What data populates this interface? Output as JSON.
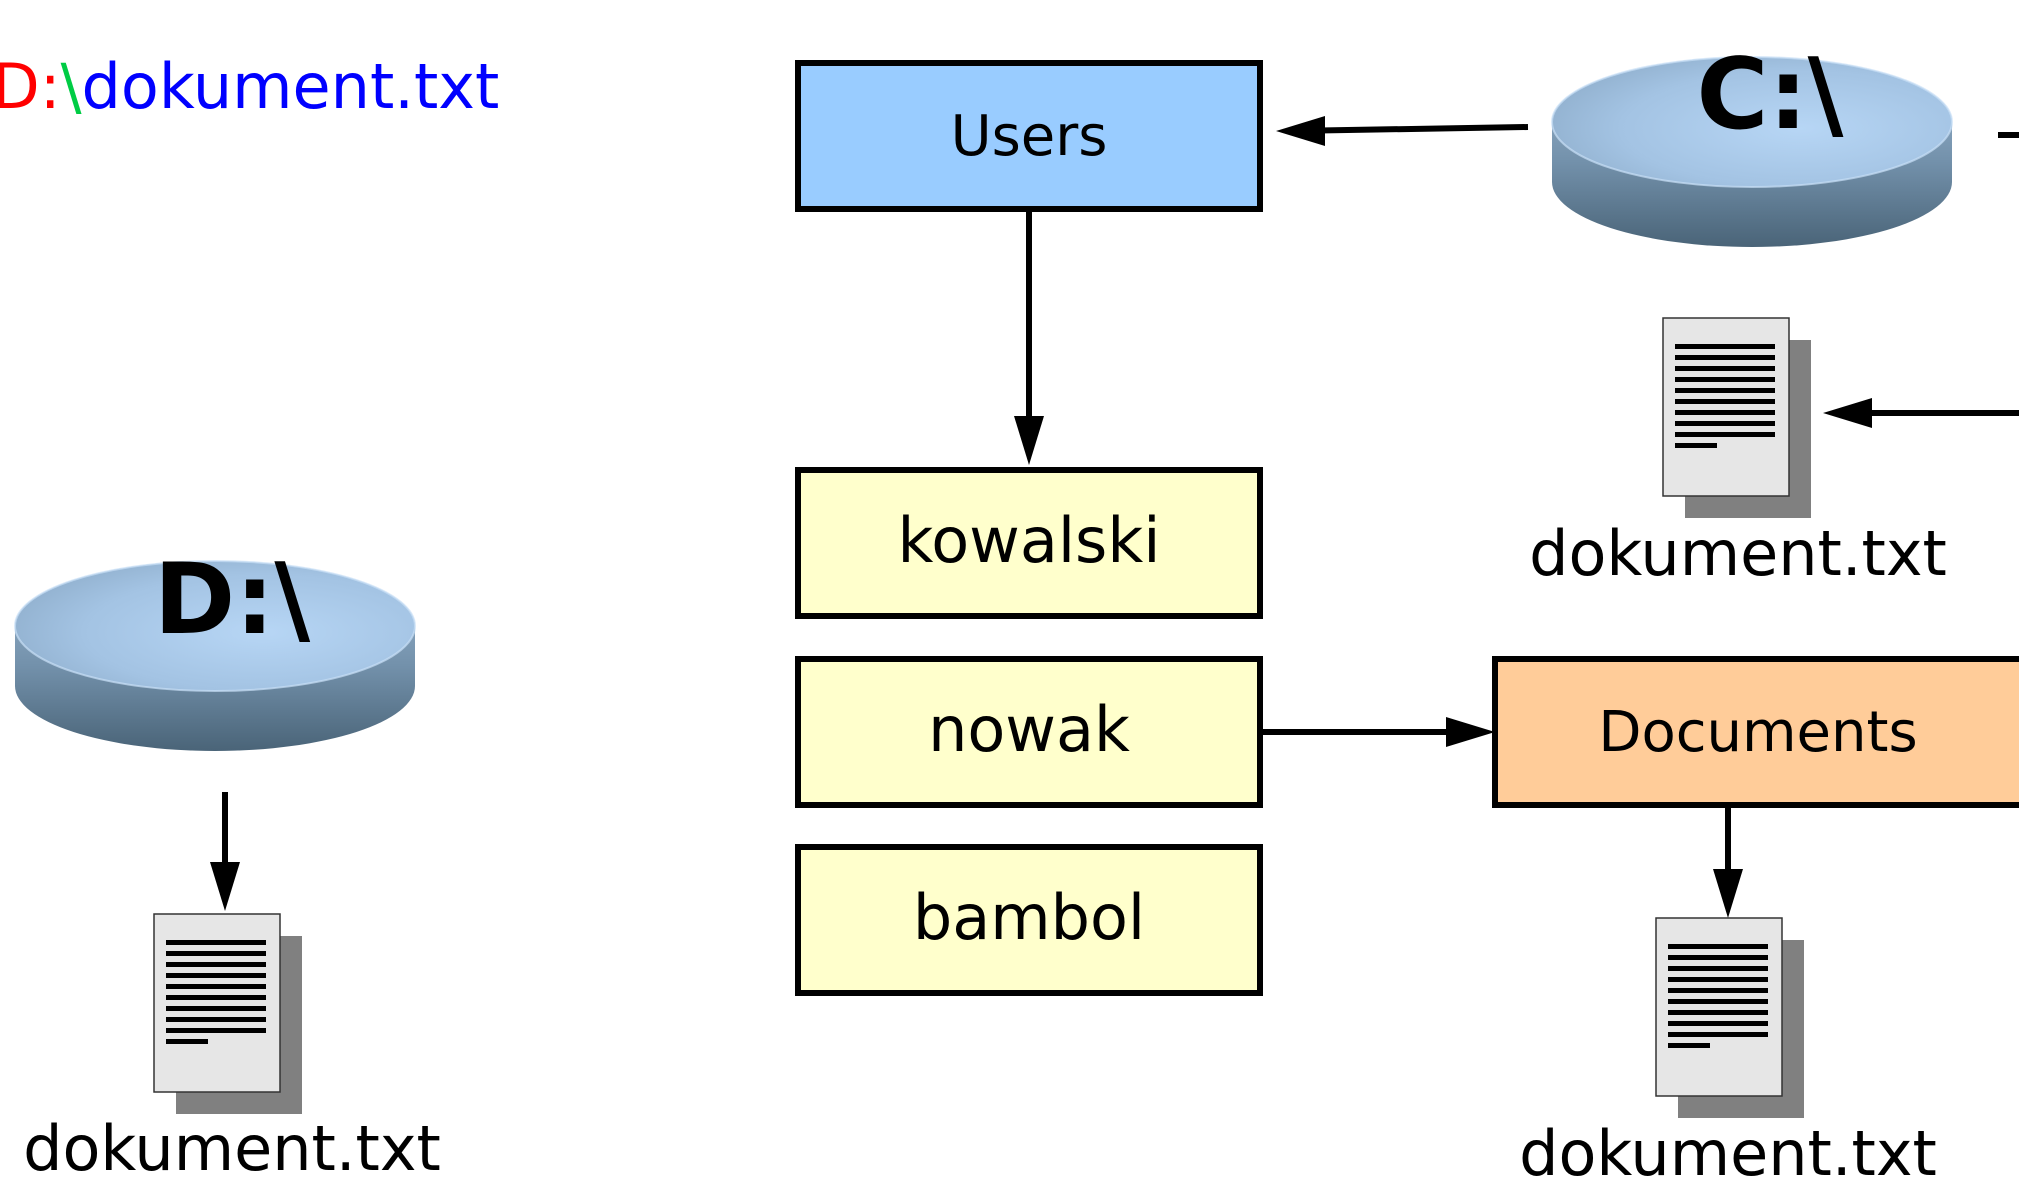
{
  "path_example": {
    "drive": "D:",
    "separator": "\\",
    "filename": "dokument.txt"
  },
  "drives": {
    "c_label": "C:\\",
    "d_label": "D:\\"
  },
  "folders": {
    "users": "Users",
    "kowalski": "kowalski",
    "nowak": "nowak",
    "bambol": "bambol",
    "documents": "Documents"
  },
  "files": {
    "c_root_file": "dokument.txt",
    "documents_file": "dokument.txt",
    "d_root_file": "dokument.txt"
  },
  "colors": {
    "path_drive": "#ff0000",
    "path_separator": "#00cc44",
    "path_filename": "#0000ff",
    "users_fill": "#99ccff",
    "user_folder_fill": "#ffffcc",
    "documents_fill": "#ffcc99",
    "disk_light": "#a9cbee",
    "disk_dark": "#5d7a93"
  }
}
